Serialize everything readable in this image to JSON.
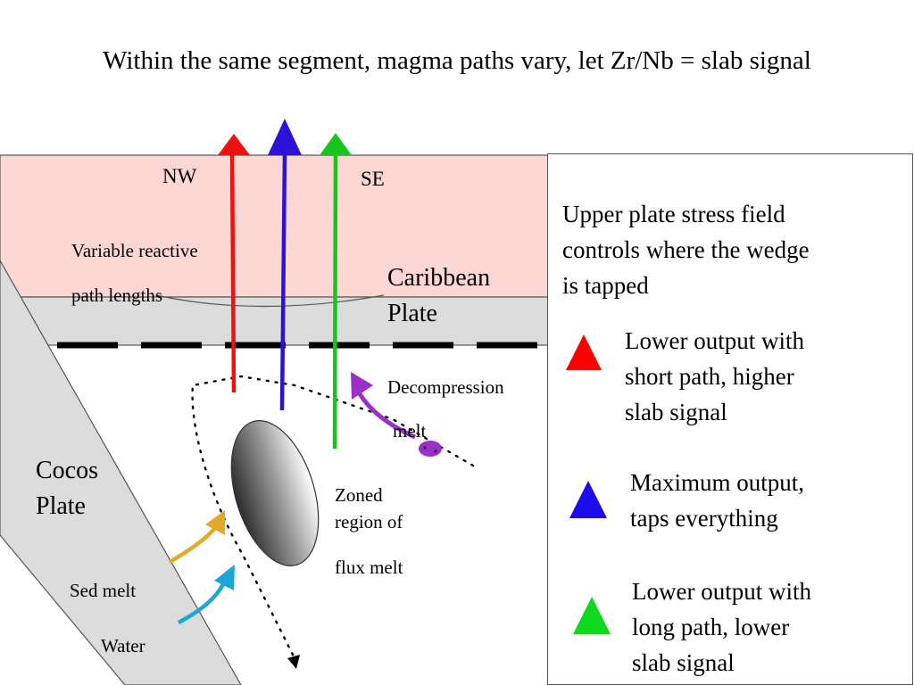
{
  "title": "Within the same segment, magma paths vary, let Zr/Nb = slab signal",
  "labels": {
    "nw": "NW",
    "se": "SE",
    "variable_reactive_1": "Variable reactive",
    "variable_reactive_2": "path lengths",
    "caribbean_1": "Caribbean",
    "caribbean_2": "Plate",
    "decompression_1": "Decompression",
    "decompression_2": "melt",
    "cocos_1": "Cocos",
    "cocos_2": "Plate",
    "zoned_1": "Zoned",
    "zoned_2": "region of",
    "zoned_3": "flux melt",
    "sed_melt": "Sed melt",
    "water": "Water"
  },
  "legend": {
    "intro": [
      "Upper plate stress field",
      "controls where the wedge",
      "is tapped"
    ],
    "items": [
      {
        "color": "#ff0000",
        "lines": [
          "Lower output with",
          "short path, higher",
          "slab signal"
        ]
      },
      {
        "color": "#1a0de8",
        "lines": [
          "Maximum output,",
          "taps everything"
        ]
      },
      {
        "color": "#10d91e",
        "lines": [
          "Lower output with",
          "long path, lower",
          "slab signal"
        ]
      }
    ]
  },
  "colors": {
    "upper_plate": "#fdd7d3",
    "lower_crust": "#dcdcdc",
    "cocos_slab": "#dcdcdc",
    "red_path": "#ef1010",
    "blue_path": "#2a12d8",
    "green_path": "#13c81a",
    "decompression_arrow": "#9b2fc9",
    "sed_melt_arrow": "#e3aa2a",
    "water_arrow": "#1aa6d8"
  }
}
